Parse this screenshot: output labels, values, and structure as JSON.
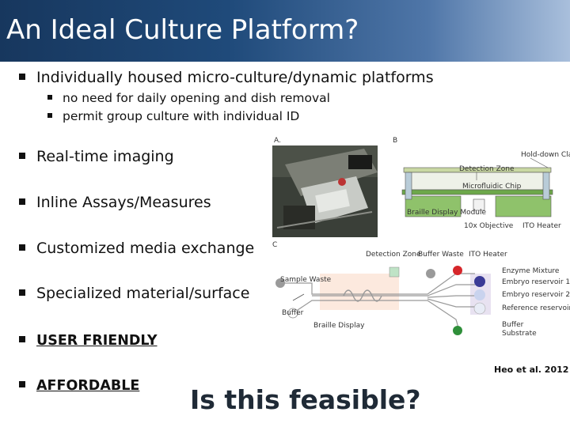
{
  "header": {
    "title": "An Ideal Culture Platform?"
  },
  "bullets": [
    {
      "text": "Individually housed micro-culture/dynamic platforms",
      "subitems": [
        "no need for daily opening and dish removal",
        "permit group culture with individual ID"
      ]
    },
    {
      "text": "Real-time imaging"
    },
    {
      "text": "Inline Assays/Measures"
    },
    {
      "text": "Customized media exchange"
    },
    {
      "text": "Specialized material/surface"
    },
    {
      "text": "USER FRIENDLY"
    },
    {
      "text": "AFFORDABLE"
    }
  ],
  "question": "Is this feasible?",
  "citation": "Heo et al. 2012",
  "figure": {
    "panel_a": "A.",
    "panel_b": "B",
    "panel_c": "C",
    "labels_b": {
      "hold_down_clamp": "Hold-down Clamp",
      "detection_zone": "Detection Zone",
      "microfluidic_chip": "Microfluidic Chip",
      "braille_display_module": "Braille Display Module",
      "objective": "10x Objective",
      "ito_heater": "ITO Heater"
    },
    "labels_c": {
      "detection_zone": "Detection Zone",
      "buffer_waste": "Buffer Waste",
      "ito_heater": "ITO Heater",
      "sample_waste": "Sample Waste",
      "enzyme_mixture": "Enzyme Mixture",
      "embryo_reservoir_1": "Embryo reservoir 1",
      "embryo_reservoir_2": "Embryo reservoir 2",
      "reference_reservoir": "Reference reservoir",
      "buffer": "Buffer",
      "substrate": "Substrate",
      "buffer_left": "Buffer",
      "braille_display": "Braille Display"
    }
  }
}
